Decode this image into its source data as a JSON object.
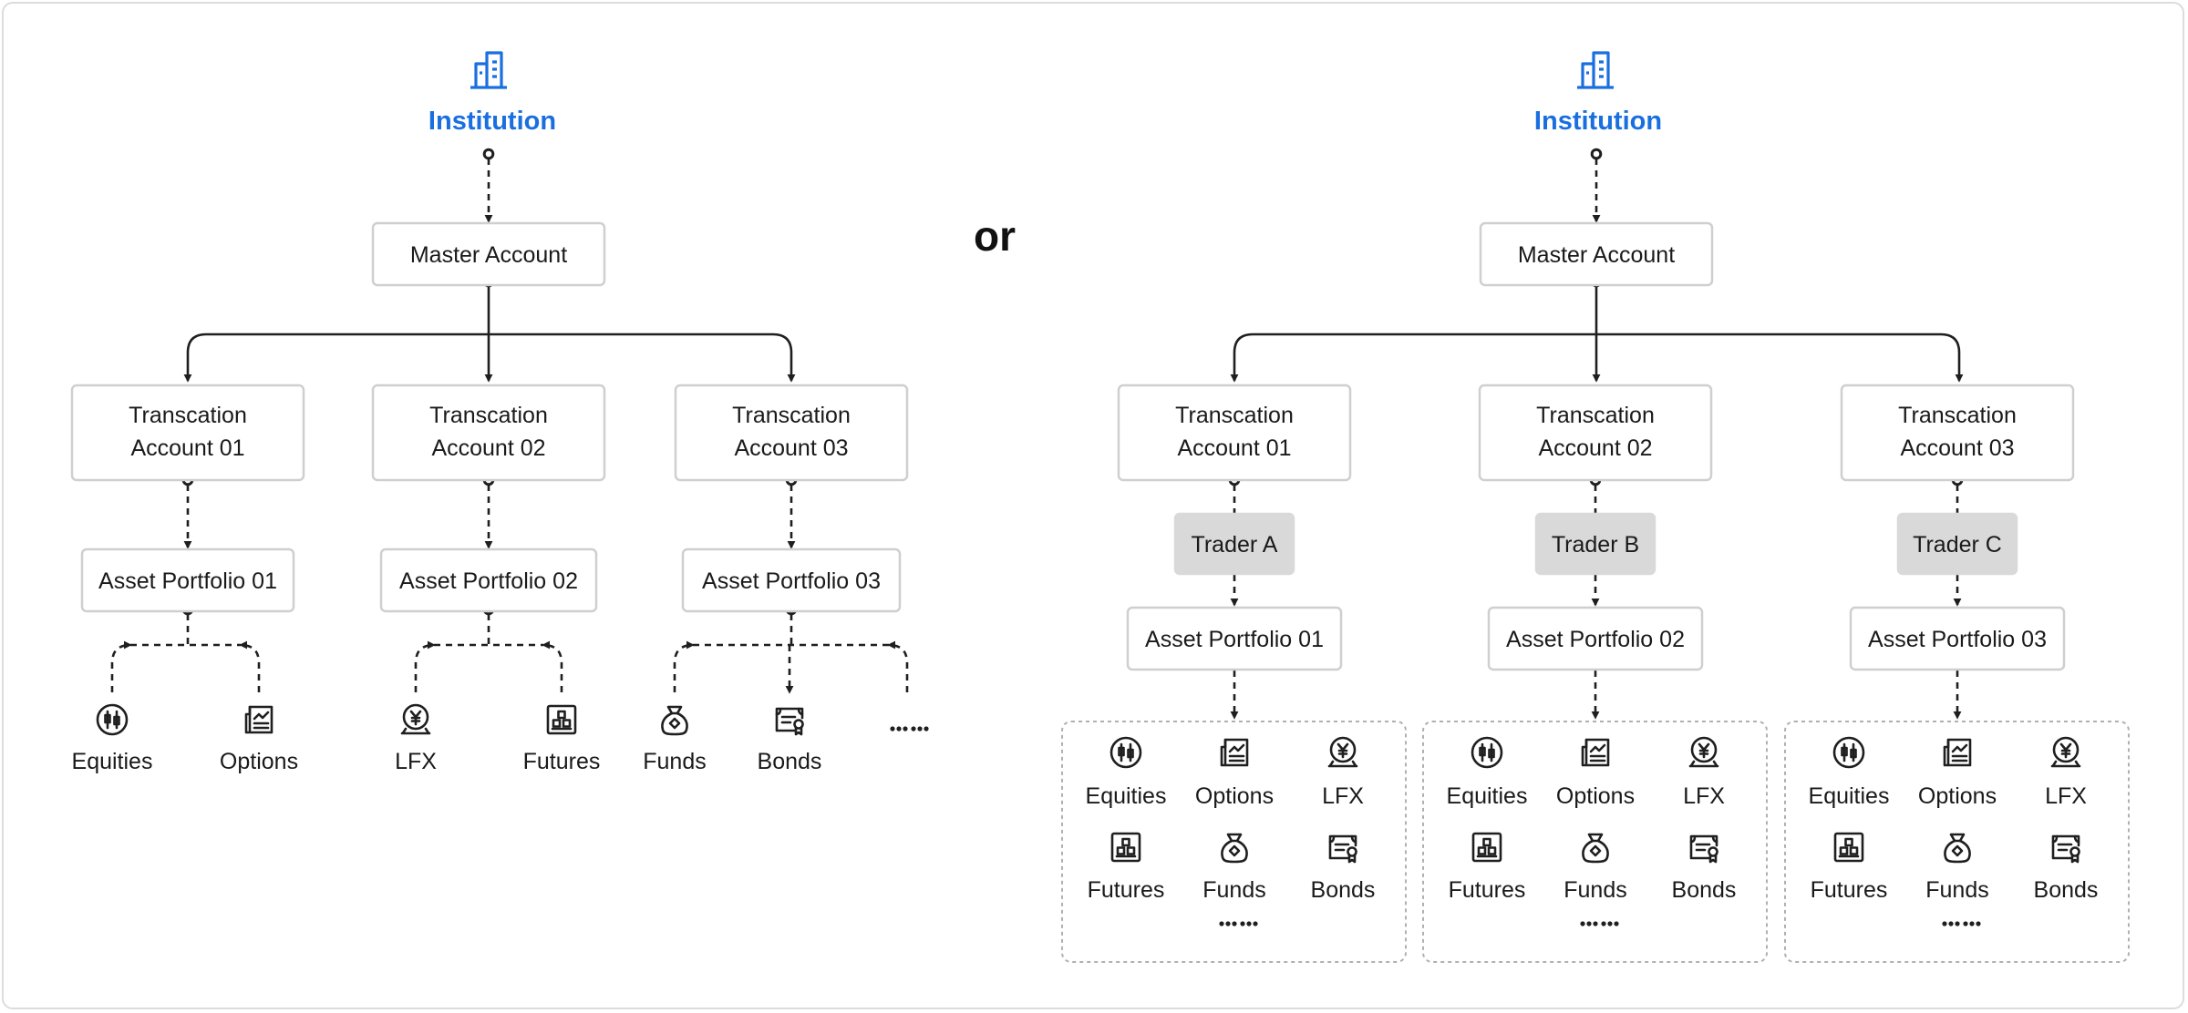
{
  "separator": "or",
  "colors": {
    "accent": "#1a6fe0",
    "line": "#1f1f1f",
    "box_border": "#cfcfcf",
    "trader_fill": "#d9d9d9",
    "group_border": "#b0b0b0"
  },
  "left": {
    "institution": "Institution",
    "master": "Master Account",
    "accounts": [
      {
        "line1": "Transcation",
        "line2": "Account 01",
        "portfolio": "Asset Portfolio 01",
        "assets": [
          {
            "label": "Equities",
            "icon": "equities-icon"
          },
          {
            "label": "Options",
            "icon": "options-icon"
          }
        ]
      },
      {
        "line1": "Transcation",
        "line2": "Account 02",
        "portfolio": "Asset Portfolio 02",
        "assets": [
          {
            "label": "LFX",
            "icon": "lfx-icon"
          },
          {
            "label": "Futures",
            "icon": "futures-icon"
          }
        ]
      },
      {
        "line1": "Transcation",
        "line2": "Account 03",
        "portfolio": "Asset Portfolio 03",
        "assets": [
          {
            "label": "Funds",
            "icon": "funds-icon"
          },
          {
            "label": "Bonds",
            "icon": "bonds-icon"
          },
          {
            "label": "",
            "icon": "more-icon"
          }
        ]
      }
    ]
  },
  "right": {
    "institution": "Institution",
    "master": "Master Account",
    "accounts": [
      {
        "line1": "Transcation",
        "line2": "Account 01",
        "trader": "Trader A",
        "portfolio": "Asset Portfolio 01",
        "assets": [
          {
            "label": "Equities",
            "icon": "equities-icon"
          },
          {
            "label": "Options",
            "icon": "options-icon"
          },
          {
            "label": "LFX",
            "icon": "lfx-icon"
          },
          {
            "label": "Futures",
            "icon": "futures-icon"
          },
          {
            "label": "Funds",
            "icon": "funds-icon"
          },
          {
            "label": "Bonds",
            "icon": "bonds-icon"
          }
        ]
      },
      {
        "line1": "Transcation",
        "line2": "Account 02",
        "trader": "Trader B",
        "portfolio": "Asset Portfolio 02",
        "assets": [
          {
            "label": "Equities",
            "icon": "equities-icon"
          },
          {
            "label": "Options",
            "icon": "options-icon"
          },
          {
            "label": "LFX",
            "icon": "lfx-icon"
          },
          {
            "label": "Futures",
            "icon": "futures-icon"
          },
          {
            "label": "Funds",
            "icon": "funds-icon"
          },
          {
            "label": "Bonds",
            "icon": "bonds-icon"
          }
        ]
      },
      {
        "line1": "Transcation",
        "line2": "Account 03",
        "trader": "Trader C",
        "portfolio": "Asset Portfolio 03",
        "assets": [
          {
            "label": "Equities",
            "icon": "equities-icon"
          },
          {
            "label": "Options",
            "icon": "options-icon"
          },
          {
            "label": "LFX",
            "icon": "lfx-icon"
          },
          {
            "label": "Futures",
            "icon": "futures-icon"
          },
          {
            "label": "Funds",
            "icon": "funds-icon"
          },
          {
            "label": "Bonds",
            "icon": "bonds-icon"
          }
        ]
      }
    ]
  }
}
